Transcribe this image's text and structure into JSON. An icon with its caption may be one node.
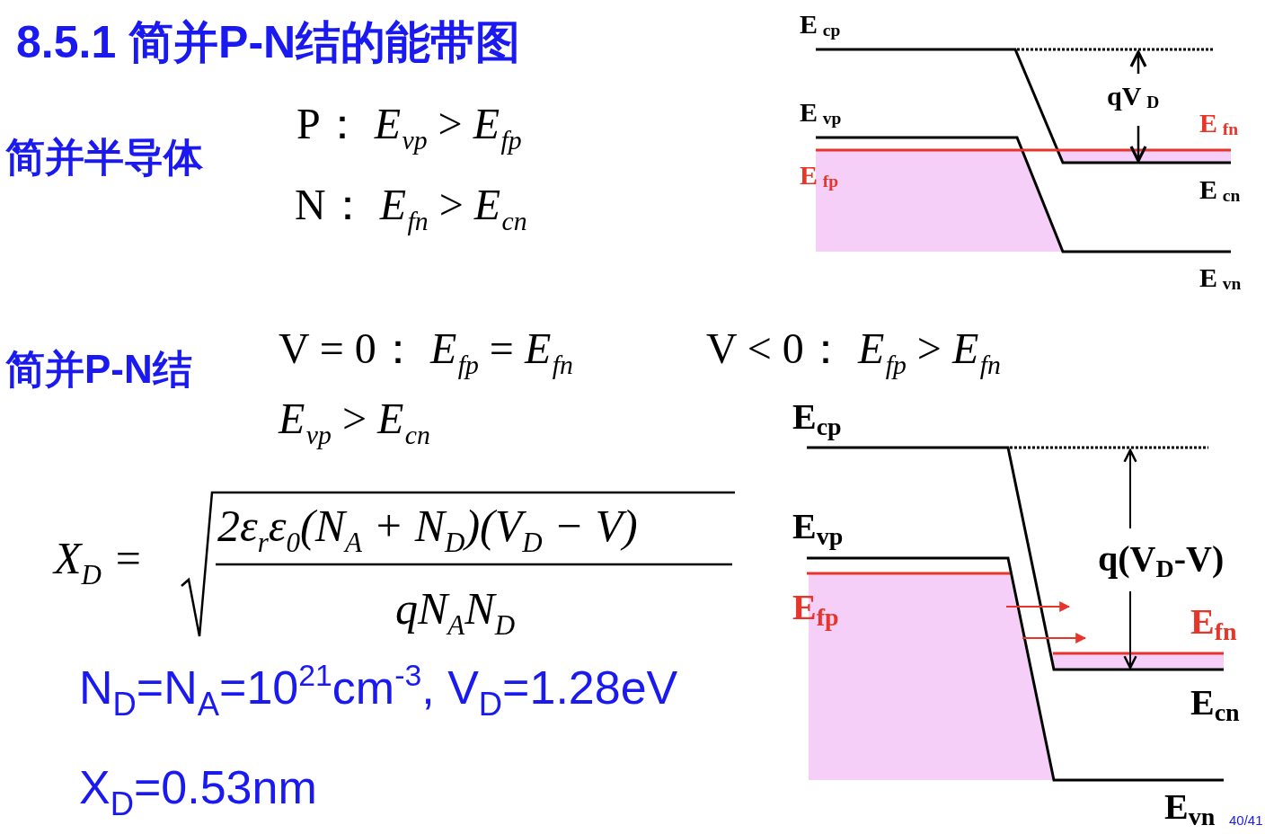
{
  "diagram": {
    "title": "8.5.1 简并P-N结的能带图",
    "labels": [
      "E$_{cp}$",
      "简并半导体",
      "P：  *E*$_{vp}$ > *E*$_{fp}$",
      "E$_{vp}$",
      "qV$_{D}$",
      "E$_{fn}$",
      "E$_{fp}$",
      "N：  *E*$_{fn}$ > *E*$_{cn}$",
      "E$_{cn}$",
      "E$_{vn}$",
      "简并P-N结",
      "V = 0：  *E*$_{fp}$ = *E*$_{fn}$",
      "V < 0：  *E*$_{fp}$ > *E*$_{fn}$",
      "*E*$_{vp}$ > *E*$_{cn}$",
      "E$_{cp}$",
      "E$_{vp}$",
      "q(V$_{D}$-V)",
      "E$_{fp}$",
      "E$_{fn}$",
      "X$_{D}$ =",
      "2ε$_{r}$ε$_{0}$(N$_{A}$ + N$_{D}$)(V$_{D}$ − V)",
      "qN$_{A}$N$_{D}$",
      "E$_{cn}$",
      "N$_{D}$=N$_{A}$=10$^{21}$cm$^{-3}$, V$_{D}$=1.28eV",
      "X$_{D}$=0.53nm",
      "E$_{vn}$",
      "40/41"
    ]
  }
}
